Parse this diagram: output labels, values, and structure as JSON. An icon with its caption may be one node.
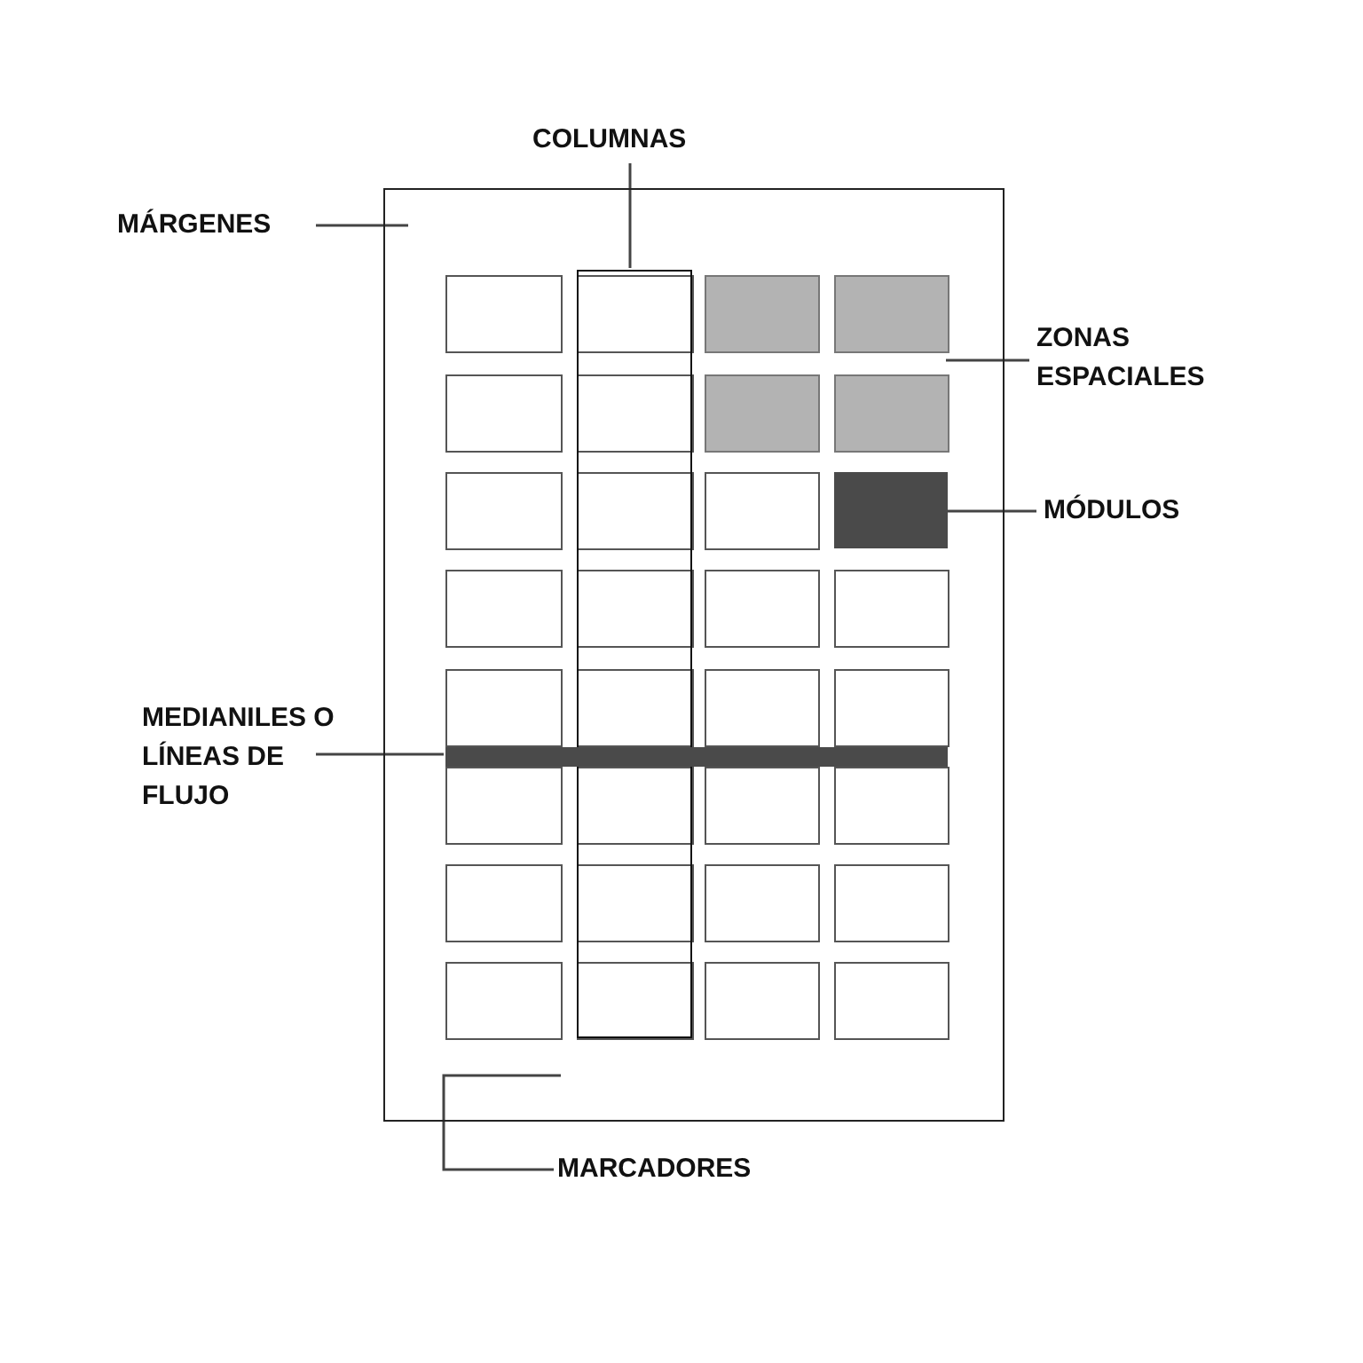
{
  "diagram": {
    "nodes": [
      {
        "text": [
          "COLUMNAS"
        ]
      },
      {
        "text": [
          "MÁRGENES"
        ]
      },
      {
        "text": [],
        "shape": "box"
      },
      {
        "text": [],
        "shape": "box",
        "in": 2
      },
      {
        "text": [],
        "shape": "box",
        "in": 2
      },
      {
        "text": [
          "ZONAS ESPACIALES"
        ]
      },
      {
        "text": [],
        "shape": "box",
        "in": 2
      },
      {
        "text": [
          "MÓDULOS"
        ]
      },
      {
        "text": [],
        "shape": "bar",
        "in": 2
      },
      {
        "text": [
          "MEDIANILES O LÍNEAS DE FLUJO"
        ]
      },
      {
        "text": [
          "MARCADORES"
        ]
      }
    ],
    "edges": [
      {
        "from": 0,
        "to": 3,
        "arrow": "none"
      },
      {
        "from": 1,
        "to": 2,
        "arrow": "none"
      },
      {
        "from": 5,
        "to": 4,
        "arrow": "none"
      },
      {
        "from": 7,
        "to": 6,
        "arrow": "none"
      },
      {
        "from": 9,
        "to": 8,
        "arrow": "none"
      },
      {
        "from": 10,
        "to": 2,
        "arrow": "none"
      }
    ]
  }
}
